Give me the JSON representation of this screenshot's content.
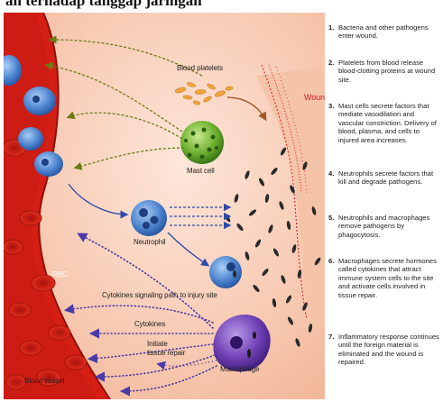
{
  "clip_title": "ah terhadap tanggap jaringan",
  "labels": {
    "blood_platelets": "Blood platelets",
    "wound": "Wound",
    "mast_cell": "Mast cell",
    "neutrophil": "Neutrophil",
    "rbc": "RBC",
    "cytokines_path": "Cytokines signaling path to injury site",
    "cytokines": "Cytokines",
    "initiate_repair": "Initiate\ntissue repair",
    "macrophage": "Macrophage",
    "blood_vessel": "Blood vessel"
  },
  "steps": [
    {
      "num": "1.",
      "text": "Bacteria and other pathogens enter wound."
    },
    {
      "num": "2.",
      "text": "Platelets from blood release blood-clotting proteins at wound site."
    },
    {
      "num": "3.",
      "text": "Mast cells secrete factors that mediate vasodilation and vascular constriction. Delivery of blood, plasma, and cells to injured area increases."
    },
    {
      "num": "4.",
      "text": "Neutrophils secrete factors that kill and degrade pathogens."
    },
    {
      "num": "5.",
      "text": "Neutrophils and macrophages remove pathogens by phagocytosis."
    },
    {
      "num": "6.",
      "text": "Macrophages secrete hormones called cytokines that attract immune system cells to the site and activate cells involved in tissue repair."
    },
    {
      "num": "7.",
      "text": "Inflammatory response continues until the foreign material is eliminated and the wound is repaired."
    }
  ],
  "colors": {
    "tissue": "#f6c2a6",
    "vessel": "#d51f15",
    "wound_red": "#d3181d",
    "neutrophil": "#3d74c4",
    "mast_cell": "#5fa024",
    "macrophage": "#6f3fb3",
    "platelet": "#f0a43a",
    "signal_arrow": "#6b7a15",
    "neutrophil_arrow": "#2d4aa8",
    "cytokine_dots": "#4a3aa8"
  }
}
